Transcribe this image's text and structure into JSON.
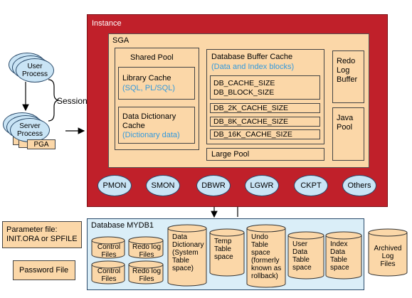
{
  "client": {
    "user_process": "User\nProcess",
    "session": "Session",
    "server_process": "Server\nProcess",
    "pga": "PGA"
  },
  "instance": {
    "title": "Instance",
    "sga": {
      "title": "SGA",
      "shared_pool": {
        "title": "Shared Pool",
        "library_cache": "Library Cache",
        "library_cache_note": "(SQL, PL/SQL)",
        "data_dictionary_cache": "Data Dictionary\nCache",
        "data_dictionary_note": "(Dictionary data)"
      },
      "buffer_cache": {
        "title": "Database Buffer Cache",
        "note": "(Data and Index blocks)",
        "params_main": "DB_CACHE_SIZE\nDB_BLOCK_SIZE",
        "param_2k": "DB_2K_CACHE_SIZE",
        "param_8k": "DB_8K_CACHE_SIZE",
        "param_16k": "DB_16K_CACHE_SIZE"
      },
      "large_pool": "Large Pool",
      "redo_log_buffer": "Redo\nLog\nBuffer",
      "java_pool": "Java\nPool"
    },
    "background_processes": [
      "PMON",
      "SMON",
      "DBWR",
      "LGWR",
      "CKPT",
      "Others"
    ]
  },
  "external_files": {
    "parameter_file": "Parameter file:\nINIT.ORA or SPFILE",
    "password_file": "Password File",
    "archived_log_files": "Archived\nLog\nFiles"
  },
  "database": {
    "title": "Database MYDB1",
    "control_files_1": "Control\nFiles",
    "control_files_2": "Control\nFiles",
    "redo_log_files_1": "Redo log\nFiles",
    "redo_log_files_2": "Redo log\nFiles",
    "data_dictionary": "Data\nDictionary\n(System\nTable\nspace)",
    "temp_tablespace": "Temp\nTable\nspace",
    "undo_tablespace": "Undo\nTable\nspace\n(formerly\nknown as\nrollback)",
    "user_data_tablespace": "User\nData\nTable\nspace",
    "index_data_tablespace": "Index\nData\nTable\nspace"
  }
}
